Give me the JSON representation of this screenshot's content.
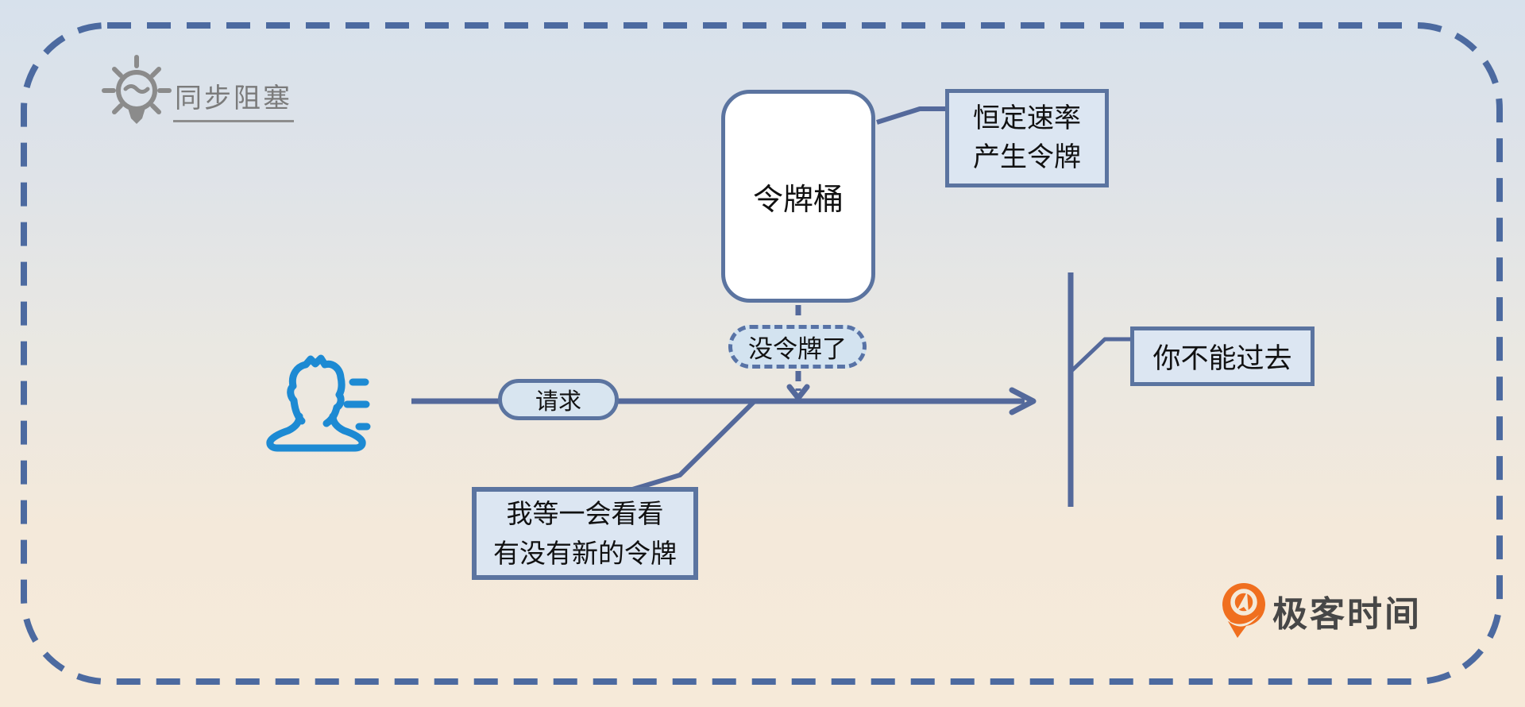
{
  "colors": {
    "line_blue": "#54699b",
    "outer_dash_blue": "#4c6aa0",
    "box_fill_light_blue": "#dce6f2",
    "pill_fill_blue": "#d3e3f0",
    "person_blue": "#1d8ad3",
    "icon_gray": "#8b8b8b",
    "brand_orange": "#f06f1f",
    "bg_top": "#d7e1ec",
    "bg_bottom": "#f6ead9"
  },
  "header": {
    "label": "同步阻塞",
    "icon": "lightbulb-icon"
  },
  "diagram": {
    "bucket_label": "令牌桶",
    "rate_callout_line1": "恒定速率",
    "rate_callout_line2": "产生令牌",
    "no_token_label": "没令牌了",
    "request_label": "请求",
    "block_callout_label": "你不能过去",
    "wait_line1": "我等一会看看",
    "wait_line2": "有没有新的令牌",
    "icons": [
      "person-icon",
      "speed-dashes-icon",
      "flow-arrow",
      "token-drop-arrow",
      "wall-line"
    ]
  },
  "brand": {
    "name": "极客时间",
    "icon": "geektime-logo-icon"
  }
}
